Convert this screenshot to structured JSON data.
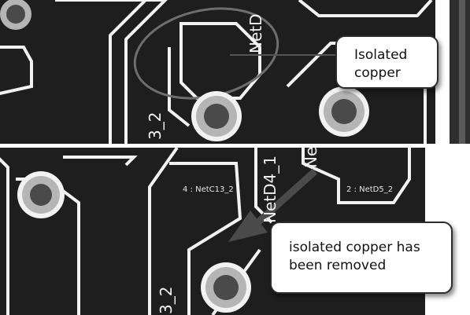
{
  "callouts": {
    "top": {
      "line1": "Isolated",
      "line2": "copper"
    },
    "bottom": {
      "line1": "isolated copper has",
      "line2": "been removed"
    }
  },
  "board_labels": {
    "top_net_vertical": "NetD",
    "top_ref": "3_2",
    "bottom_pad_label_left": "4 : NetC13_2",
    "bottom_pad_label_right": "2 : NetD5_2",
    "bottom_net_vertical": "NetD4_1",
    "bottom_net_vertical_partial": "Ne",
    "bottom_ref": "3_2"
  },
  "colors": {
    "board": "#1e1e1e",
    "trace_outline": "#f2f2f2",
    "pad_ring": "#b5b5b5",
    "pad_hole": "#4a4a4a",
    "callout_fill": "#ffffff",
    "arrow": "#4a4a4a"
  }
}
